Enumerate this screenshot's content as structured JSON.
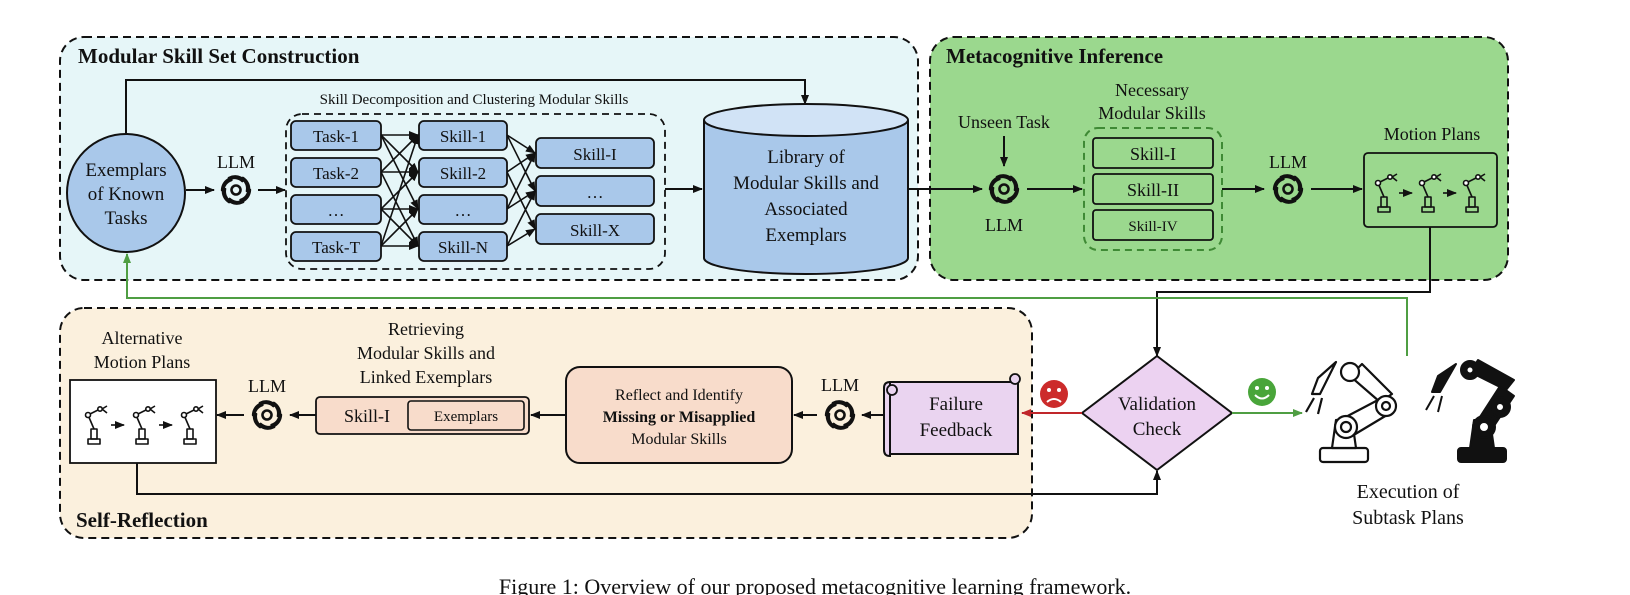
{
  "sections": {
    "modular": "Modular Skill Set Construction",
    "meta": "Metacognitive Inference",
    "reflection": "Self-Reflection"
  },
  "modular": {
    "exemplars": [
      "Exemplars",
      "of Known",
      "Tasks"
    ],
    "llm": "LLM",
    "decomposition_title": "Skill Decomposition and Clustering Modular Skills",
    "tasks": [
      "Task-1",
      "Task-2",
      "…",
      "Task-T"
    ],
    "skills": [
      "Skill-1",
      "Skill-2",
      "…",
      "Skill-N"
    ],
    "clusters": [
      "Skill-I",
      "…",
      "Skill-X"
    ],
    "library": [
      "Library of",
      "Modular Skills and",
      "Associated",
      "Exemplars"
    ]
  },
  "meta": {
    "unseen_task": "Unseen Task",
    "llm_in": "LLM",
    "necessary_title": [
      "Necessary",
      "Modular Skills"
    ],
    "necessary_skills": [
      "Skill-I",
      "Skill-II",
      "Skill-IV"
    ],
    "llm_out": "LLM",
    "motion_plans": "Motion Plans"
  },
  "reflection": {
    "alt_motion_plans": [
      "Alternative",
      "Motion Plans"
    ],
    "llm_left": "LLM",
    "retrieving": [
      "Retrieving",
      "Modular Skills and",
      "Linked Exemplars"
    ],
    "skill_ref": "Skill-I",
    "exemplars_ref": "Exemplars",
    "reflect": [
      "Reflect and Identify",
      "Missing or Misapplied",
      "Modular Skills"
    ],
    "llm_right": "LLM",
    "failure": [
      "Failure",
      "Feedback"
    ]
  },
  "validation": [
    "Validation",
    "Check"
  ],
  "execution": [
    "Execution of",
    "Subtask Plans"
  ],
  "caption": "Figure 1: Overview of our proposed metacognitive learning framework.",
  "colors": {
    "modular_bg": "#e6f6f8",
    "meta_bg": "#9bd88e",
    "reflection_bg": "#fbf0dd",
    "skill_box": "#a9c8ea",
    "reflect_box": "#f8dccb",
    "failure_box": "#ead4f0",
    "validation": "#ecd2f1",
    "sad_face": "#cc2b2b",
    "happy_face": "#49a53a",
    "green_line": "#4f9e43",
    "red_line": "#c0262a"
  }
}
